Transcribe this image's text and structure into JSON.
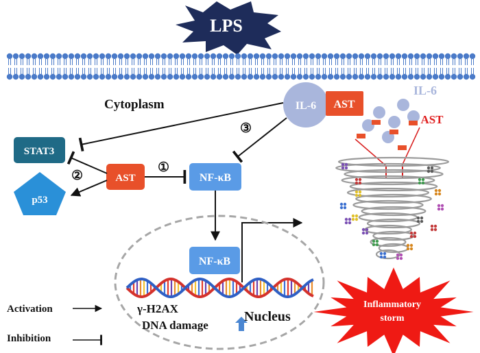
{
  "lps": "LPS",
  "cytoplasm": "Cytoplasm",
  "nucleus": "Nucleus",
  "nodes": {
    "stat3": "STAT3",
    "p53": "p53",
    "ast_center": "AST",
    "nfkb_cyto": "NF-κB",
    "nfkb_nuc": "NF-κB",
    "il6_circle": "IL-6",
    "ast_box": "AST",
    "il6_side": "IL-6",
    "ast_side": "AST"
  },
  "steps": {
    "one": "①",
    "two": "②",
    "three": "③"
  },
  "dna": {
    "line1": "γ-H2AX",
    "line2": "DNA damage"
  },
  "storm": {
    "line1": "Inflammatory",
    "line2": "storm"
  },
  "legend": {
    "activation": "Activation",
    "inhibition": "Inhibition"
  },
  "colors": {
    "navy": "#1e2c5a",
    "membrane": "#4a7ac8",
    "stat3": "#1f6a86",
    "p53": "#2a90d8",
    "ast": "#e8502a",
    "nfkb": "#5a9be6",
    "il6": "#a9b6dc",
    "storm": "#ef1a14",
    "arrow": "#111111"
  }
}
